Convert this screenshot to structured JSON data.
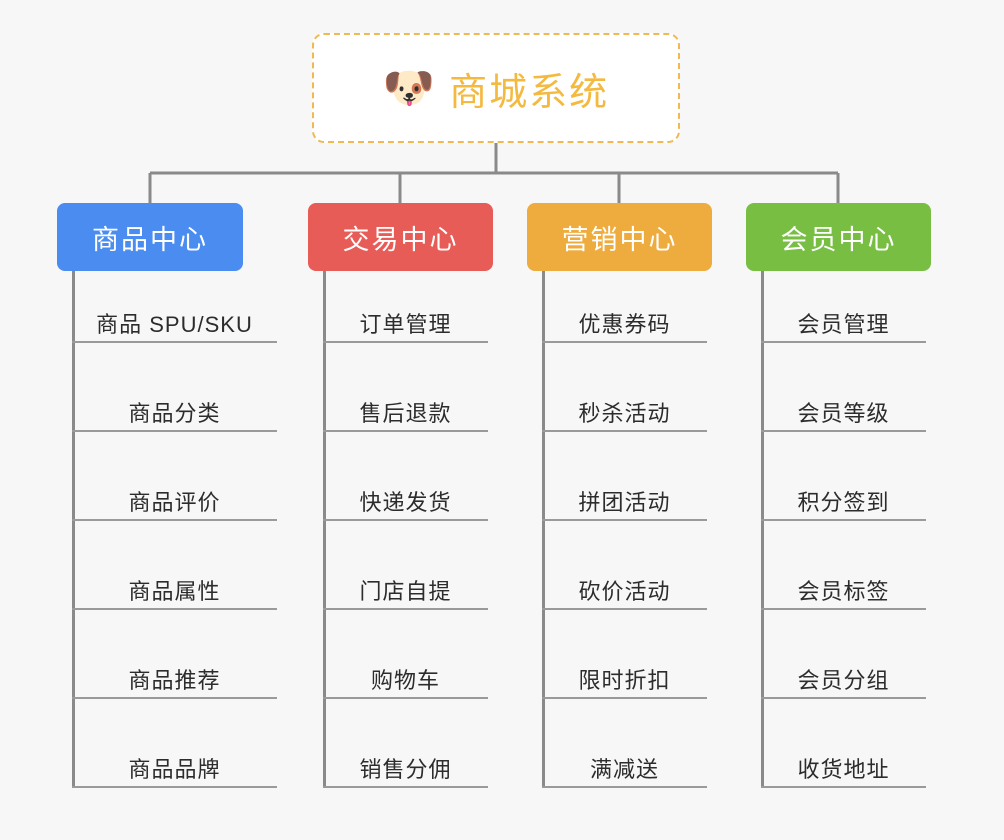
{
  "diagram": {
    "type": "mind-map",
    "background_color": "#f7f7f7",
    "root": {
      "title": "商城系统",
      "icon": "shiba-inu-dog-face-emoji",
      "icon_glyph": "🐶",
      "text_color": "#f4b93f",
      "border_color": "#f0b952",
      "border_style": "dashed",
      "fill_color": "#ffffff"
    },
    "connector_color": "#8a8a8a",
    "branches": [
      {
        "label": "商品中心",
        "color": "#4a8cf0",
        "items": [
          "商品 SPU/SKU",
          "商品分类",
          "商品评价",
          "商品属性",
          "商品推荐",
          "商品品牌"
        ]
      },
      {
        "label": "交易中心",
        "color": "#e85c57",
        "items": [
          "订单管理",
          "售后退款",
          "快递发货",
          "门店自提",
          "购物车",
          "销售分佣"
        ]
      },
      {
        "label": "营销中心",
        "color": "#eeac3e",
        "items": [
          "优惠券码",
          "秒杀活动",
          "拼团活动",
          "砍价活动",
          "限时折扣",
          "满减送"
        ]
      },
      {
        "label": "会员中心",
        "color": "#78be43",
        "items": [
          "会员管理",
          "会员等级",
          "积分签到",
          "会员标签",
          "会员分组",
          "收货地址"
        ]
      }
    ]
  }
}
